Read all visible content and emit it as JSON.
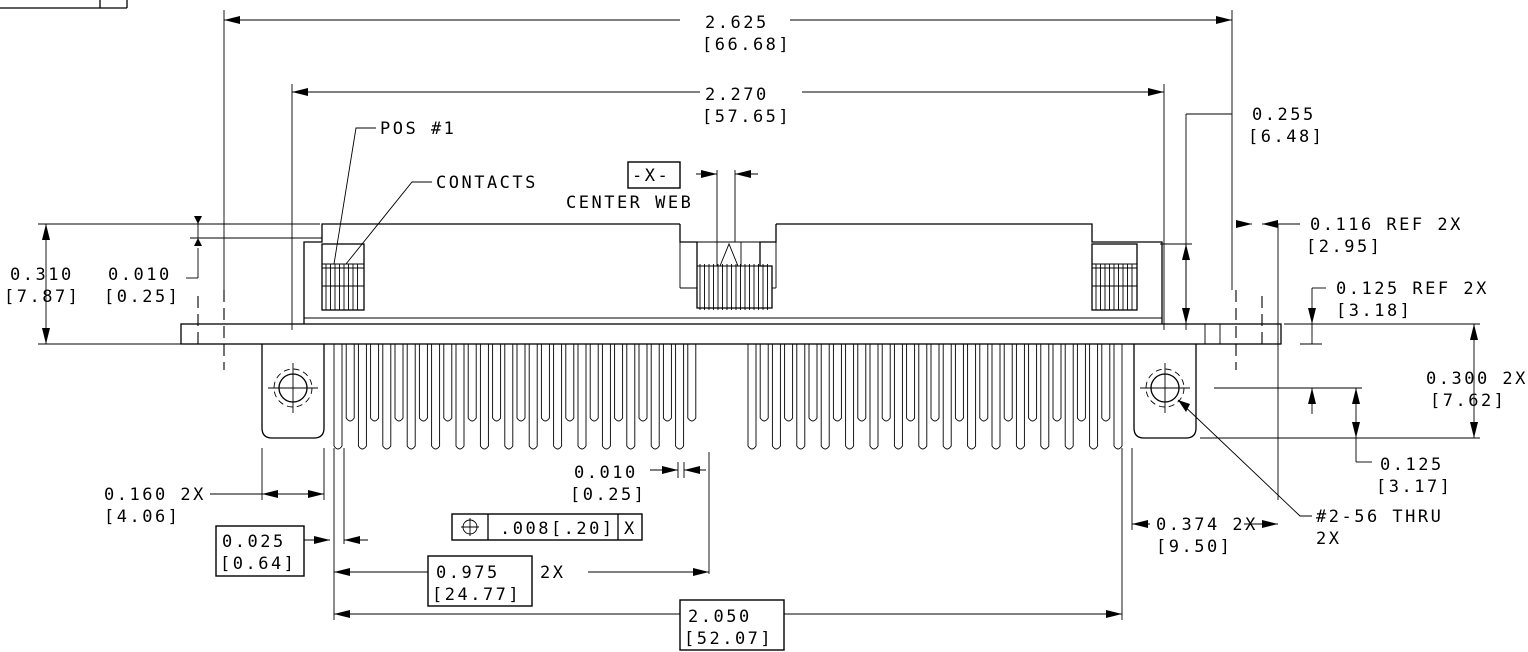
{
  "dimensions": {
    "overall_width": {
      "in": "2.625",
      "mm": "[66.68]"
    },
    "body_width": {
      "in": "2.270",
      "mm": "[57.65]"
    },
    "flange_edge": {
      "in": "0.255",
      "mm": "[6.48]"
    },
    "ref_116": {
      "in": "0.116 REF 2X",
      "mm": "[2.95]"
    },
    "ref_125": {
      "in": "0.125 REF 2X",
      "mm": "[3.18]"
    },
    "height_310": {
      "in": "0.310",
      "mm": "[7.87]"
    },
    "gap_010": {
      "in": "0.010",
      "mm": "[0.25]"
    },
    "mount_300": {
      "in": "0.300 2X",
      "mm": "[7.62]"
    },
    "mount_125": {
      "in": "0.125",
      "mm": "[3.17]"
    },
    "flange_160": {
      "in": "0.160 2X",
      "mm": "[4.06]"
    },
    "pin_010": {
      "in": "0.010",
      "mm": "[0.25]"
    },
    "pitch_025": {
      "in": "0.025",
      "mm": "[0.64]"
    },
    "half_975": {
      "in": "0.975",
      "mm": "[24.77]",
      "suffix": "2X"
    },
    "span_2050": {
      "in": "2.050",
      "mm": "[52.07]"
    },
    "flange_374": {
      "in": "0.374 2X",
      "mm": "[9.50]"
    }
  },
  "labels": {
    "pos1": "POS #1",
    "contacts": "CONTACTS",
    "datum": "-X-",
    "center_web": "CENTER WEB",
    "thru_hole": "#2-56 THRU",
    "thru_qty": "2X"
  },
  "tolerance_frame": {
    "symbol": "position-icon",
    "value": ".008[.20]",
    "datum": "X"
  }
}
